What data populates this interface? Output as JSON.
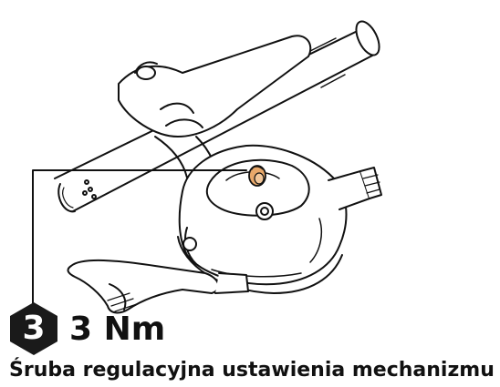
{
  "step": {
    "number": "3",
    "torque": "3 Nm"
  },
  "caption": "Śruba regulacyjna ustawienia mechanizmu",
  "colors": {
    "badge": "#1a1a1a",
    "screw_highlight": "#e8a86a",
    "line": "#111111",
    "background": "#ffffff"
  }
}
